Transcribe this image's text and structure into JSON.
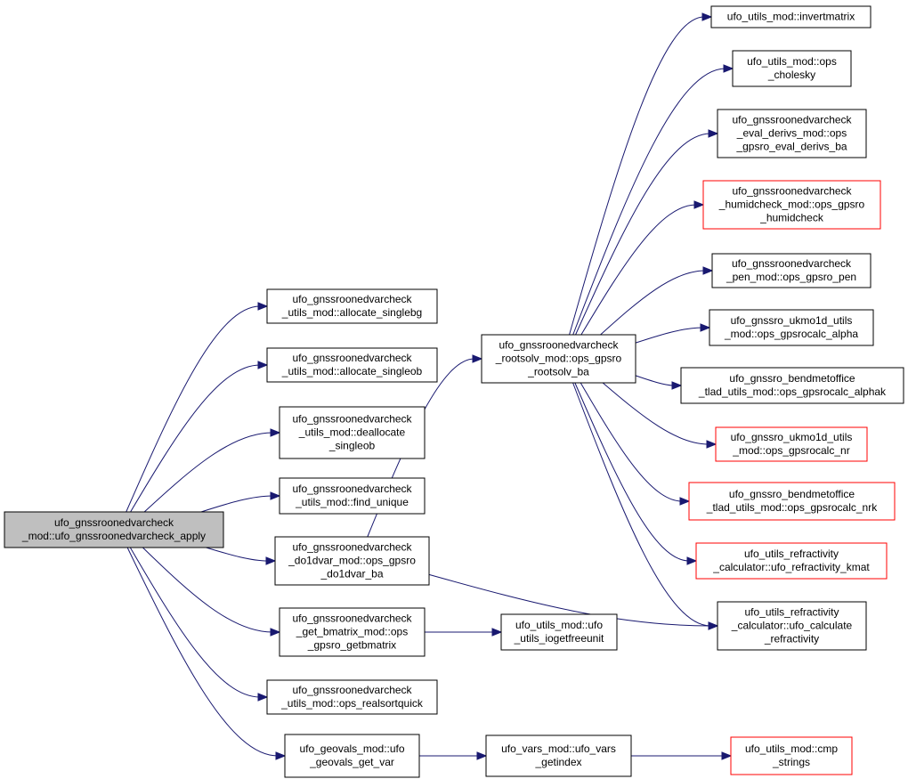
{
  "colors": {
    "root_fill": "#bfbfbf",
    "node_fill": "#ffffff",
    "node_border": "#000000",
    "truncated_border": "#ff0000",
    "edge": "#191970"
  },
  "nodes": [
    {
      "id": "apply",
      "lines": [
        "ufo_gnssroonedvarcheck",
        "_mod::ufo_gnssroonedvarcheck_apply"
      ],
      "kind": "root"
    },
    {
      "id": "allocate_singlebg",
      "lines": [
        "ufo_gnssroonedvarcheck",
        "_utils_mod::allocate_singlebg"
      ],
      "kind": "normal"
    },
    {
      "id": "allocate_singleob",
      "lines": [
        "ufo_gnssroonedvarcheck",
        "_utils_mod::allocate_singleob"
      ],
      "kind": "normal"
    },
    {
      "id": "deallocate_singleob",
      "lines": [
        "ufo_gnssroonedvarcheck",
        "_utils_mod::deallocate",
        "_singleob"
      ],
      "kind": "normal"
    },
    {
      "id": "find_unique",
      "lines": [
        "ufo_gnssroonedvarcheck",
        "_utils_mod::find_unique"
      ],
      "kind": "normal"
    },
    {
      "id": "do1dvar",
      "lines": [
        "ufo_gnssroonedvarcheck",
        "_do1dvar_mod::ops_gpsro",
        "_do1dvar_ba"
      ],
      "kind": "normal"
    },
    {
      "id": "getbmatrix",
      "lines": [
        "ufo_gnssroonedvarcheck",
        "_get_bmatrix_mod::ops",
        "_gpsro_getbmatrix"
      ],
      "kind": "normal"
    },
    {
      "id": "realsortquick",
      "lines": [
        "ufo_gnssroonedvarcheck",
        "_utils_mod::ops_realsortquick"
      ],
      "kind": "normal"
    },
    {
      "id": "geovals_get_var",
      "lines": [
        "ufo_geovals_mod::ufo",
        "_geovals_get_var"
      ],
      "kind": "normal"
    },
    {
      "id": "rootsolv",
      "lines": [
        "ufo_gnssroonedvarcheck",
        "_rootsolv_mod::ops_gpsro",
        "_rootsolv_ba"
      ],
      "kind": "normal"
    },
    {
      "id": "iogetfreeunit",
      "lines": [
        "ufo_utils_mod::ufo",
        "_utils_iogetfreeunit"
      ],
      "kind": "normal"
    },
    {
      "id": "vars_getindex",
      "lines": [
        "ufo_vars_mod::ufo_vars",
        "_getindex"
      ],
      "kind": "normal"
    },
    {
      "id": "invertmatrix",
      "lines": [
        "ufo_utils_mod::invertmatrix"
      ],
      "kind": "normal"
    },
    {
      "id": "cholesky",
      "lines": [
        "ufo_utils_mod::ops",
        "_cholesky"
      ],
      "kind": "normal"
    },
    {
      "id": "eval_derivs",
      "lines": [
        "ufo_gnssroonedvarcheck",
        "_eval_derivs_mod::ops",
        "_gpsro_eval_derivs_ba"
      ],
      "kind": "normal"
    },
    {
      "id": "humidcheck",
      "lines": [
        "ufo_gnssroonedvarcheck",
        "_humidcheck_mod::ops_gpsro",
        "_humidcheck"
      ],
      "kind": "truncated"
    },
    {
      "id": "pen",
      "lines": [
        "ufo_gnssroonedvarcheck",
        "_pen_mod::ops_gpsro_pen"
      ],
      "kind": "normal"
    },
    {
      "id": "alpha",
      "lines": [
        "ufo_gnssro_ukmo1d_utils",
        "_mod::ops_gpsrocalc_alpha"
      ],
      "kind": "normal"
    },
    {
      "id": "alphak",
      "lines": [
        "ufo_gnssro_bendmetoffice",
        "_tlad_utils_mod::ops_gpsrocalc_alphak"
      ],
      "kind": "normal"
    },
    {
      "id": "nr",
      "lines": [
        "ufo_gnssro_ukmo1d_utils",
        "_mod::ops_gpsrocalc_nr"
      ],
      "kind": "truncated"
    },
    {
      "id": "nrk",
      "lines": [
        "ufo_gnssro_bendmetoffice",
        "_tlad_utils_mod::ops_gpsrocalc_nrk"
      ],
      "kind": "truncated"
    },
    {
      "id": "refractivity_kmat",
      "lines": [
        "ufo_utils_refractivity",
        "_calculator::ufo_refractivity_kmat"
      ],
      "kind": "truncated"
    },
    {
      "id": "calculate_refractivity",
      "lines": [
        "ufo_utils_refractivity",
        "_calculator::ufo_calculate",
        "_refractivity"
      ],
      "kind": "normal"
    },
    {
      "id": "cmp_strings",
      "lines": [
        "ufo_utils_mod::cmp",
        "_strings"
      ],
      "kind": "truncated"
    }
  ],
  "edges": [
    {
      "from": "apply",
      "to": "allocate_singlebg"
    },
    {
      "from": "apply",
      "to": "allocate_singleob"
    },
    {
      "from": "apply",
      "to": "deallocate_singleob"
    },
    {
      "from": "apply",
      "to": "find_unique"
    },
    {
      "from": "apply",
      "to": "do1dvar"
    },
    {
      "from": "apply",
      "to": "getbmatrix"
    },
    {
      "from": "apply",
      "to": "realsortquick"
    },
    {
      "from": "apply",
      "to": "geovals_get_var"
    },
    {
      "from": "do1dvar",
      "to": "rootsolv"
    },
    {
      "from": "do1dvar",
      "to": "calculate_refractivity"
    },
    {
      "from": "getbmatrix",
      "to": "iogetfreeunit"
    },
    {
      "from": "geovals_get_var",
      "to": "vars_getindex"
    },
    {
      "from": "vars_getindex",
      "to": "cmp_strings"
    },
    {
      "from": "rootsolv",
      "to": "invertmatrix"
    },
    {
      "from": "rootsolv",
      "to": "cholesky"
    },
    {
      "from": "rootsolv",
      "to": "eval_derivs"
    },
    {
      "from": "rootsolv",
      "to": "humidcheck"
    },
    {
      "from": "rootsolv",
      "to": "pen"
    },
    {
      "from": "rootsolv",
      "to": "alpha"
    },
    {
      "from": "rootsolv",
      "to": "alphak"
    },
    {
      "from": "rootsolv",
      "to": "nr"
    },
    {
      "from": "rootsolv",
      "to": "nrk"
    },
    {
      "from": "rootsolv",
      "to": "refractivity_kmat"
    },
    {
      "from": "rootsolv",
      "to": "calculate_refractivity"
    }
  ]
}
